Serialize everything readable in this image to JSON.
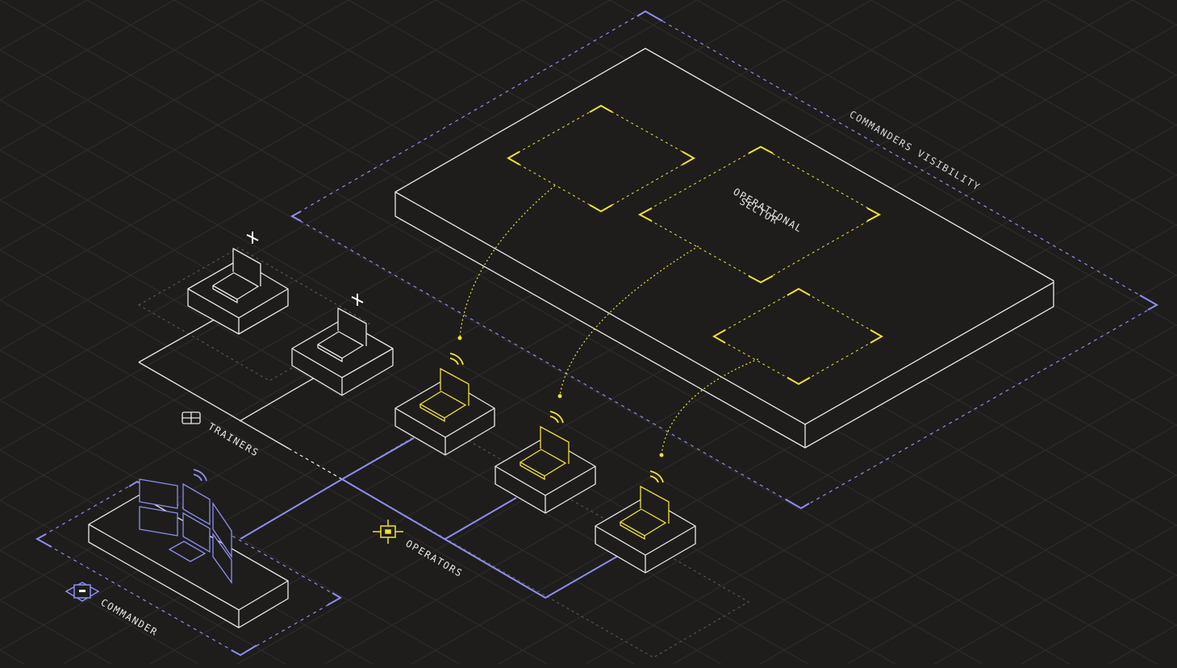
{
  "labels": {
    "commanders_visibility": "COMMANDERS VISIBILITY",
    "operational_sector_line1": "OPERATIONAL",
    "operational_sector_line2": "SECTOR",
    "trainers": "TRAINERS",
    "operators": "OPERATORS",
    "commander": "COMMANDER"
  },
  "icons": {
    "trainers": "grid-icon",
    "operators": "crosshair-node-icon",
    "commander": "minus-node-icon",
    "trainer_station_marker": "plus-icon",
    "operator_station_marker": "wifi-signal-icon"
  },
  "colors": {
    "background": "#1e1d1c",
    "grid": "#2d2c2a",
    "line_white": "#e9e9e9",
    "accent_purple": "#8e8ef0",
    "accent_yellow": "#f2e234"
  }
}
